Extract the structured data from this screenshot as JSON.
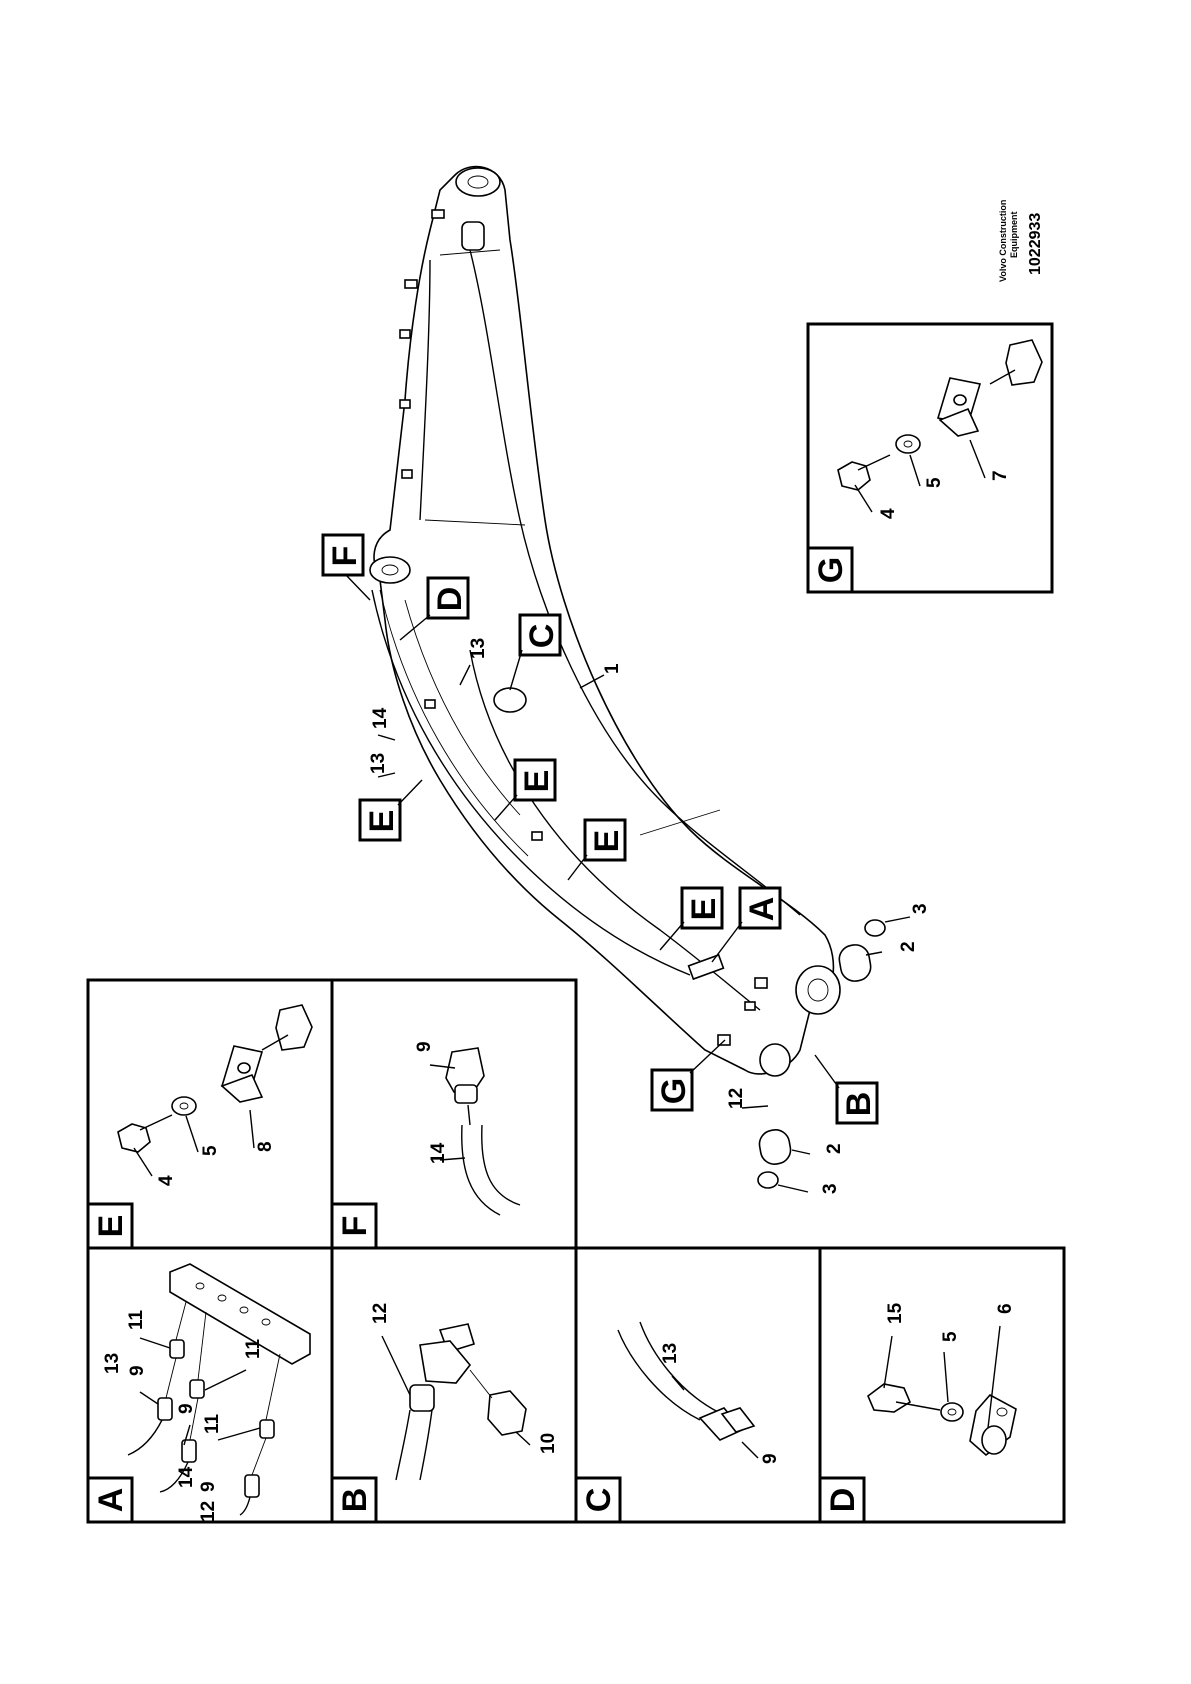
{
  "caption": {
    "company": "Volvo Construction\nEquipment",
    "company_line1": "Volvo Construction",
    "company_line2": "Equipment",
    "drawing_number": "1022933"
  },
  "callouts": {
    "main": [
      "F",
      "D",
      "C",
      "E",
      "E",
      "E",
      "E",
      "A",
      "G",
      "B"
    ],
    "main_numbers": [
      "1",
      "13",
      "14",
      "13",
      "12",
      "2",
      "3",
      "2",
      "3"
    ]
  },
  "panels": {
    "A": {
      "letter": "A",
      "numbers": [
        "11",
        "13",
        "9",
        "11",
        "9",
        "11",
        "9",
        "14",
        "12"
      ]
    },
    "B": {
      "letter": "B",
      "numbers": [
        "12",
        "10"
      ]
    },
    "C": {
      "letter": "C",
      "numbers": [
        "13",
        "9"
      ]
    },
    "D": {
      "letter": "D",
      "numbers": [
        "15",
        "5",
        "6"
      ]
    },
    "E": {
      "letter": "E",
      "numbers": [
        "4",
        "5",
        "8"
      ]
    },
    "F": {
      "letter": "F",
      "numbers": [
        "9",
        "14"
      ]
    },
    "G": {
      "letter": "G",
      "numbers": [
        "4",
        "5",
        "7"
      ]
    }
  }
}
